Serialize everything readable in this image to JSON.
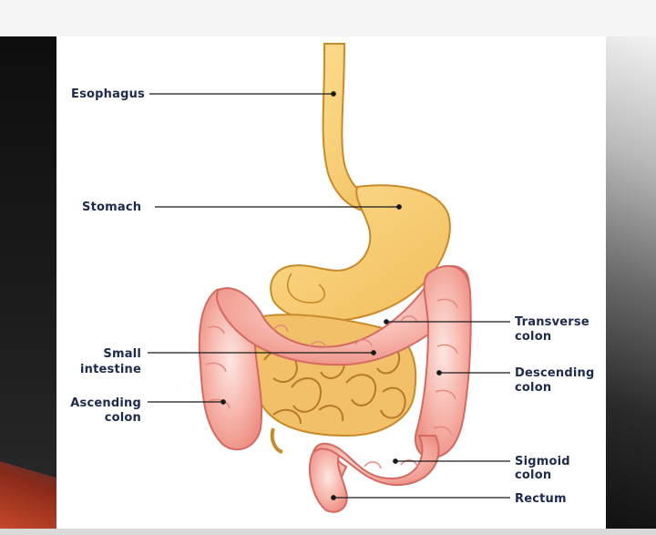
{
  "labels": {
    "esophagus": "Esophagus",
    "stomach": "Stomach",
    "small_intestine_1": "Small",
    "small_intestine_2": "intestine",
    "ascending_1": "Ascending",
    "ascending_2": "colon",
    "transverse_1": "Transverse",
    "transverse_2": "colon",
    "descending_1": "Descending",
    "descending_2": "colon",
    "sigmoid_1": "Sigmoid",
    "sigmoid_2": "colon",
    "rectum": "Rectum"
  },
  "colors": {
    "stomach": "#f8cf74",
    "small_intestine": "#f3c06a",
    "colon": "#f4a9a0",
    "colon_highlight": "#fbe0dc",
    "label_text": "#1d2a4e",
    "leader_line": "#1a1a1a"
  }
}
